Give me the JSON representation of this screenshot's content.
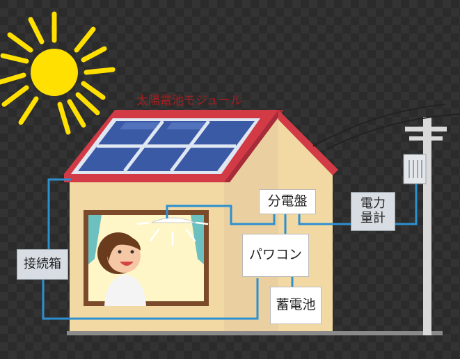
{
  "labels": {
    "solar_module": "太陽電池モジュール",
    "junction_box": "接続箱",
    "distribution_board": "分電盤",
    "power_conditioner": "パワコン",
    "storage_battery": "蓄電池",
    "power_meter_line1": "電力",
    "power_meter_line2": "量計"
  },
  "colors": {
    "wire": "#2c8fd0",
    "roof": "#d23a46",
    "wall": "#f2d9a4",
    "sun": "#ffe000",
    "panel": "#3b5aa6"
  },
  "icons": [
    "sun-icon",
    "house",
    "solar-panel",
    "ceiling-light",
    "person",
    "utility-pole"
  ]
}
